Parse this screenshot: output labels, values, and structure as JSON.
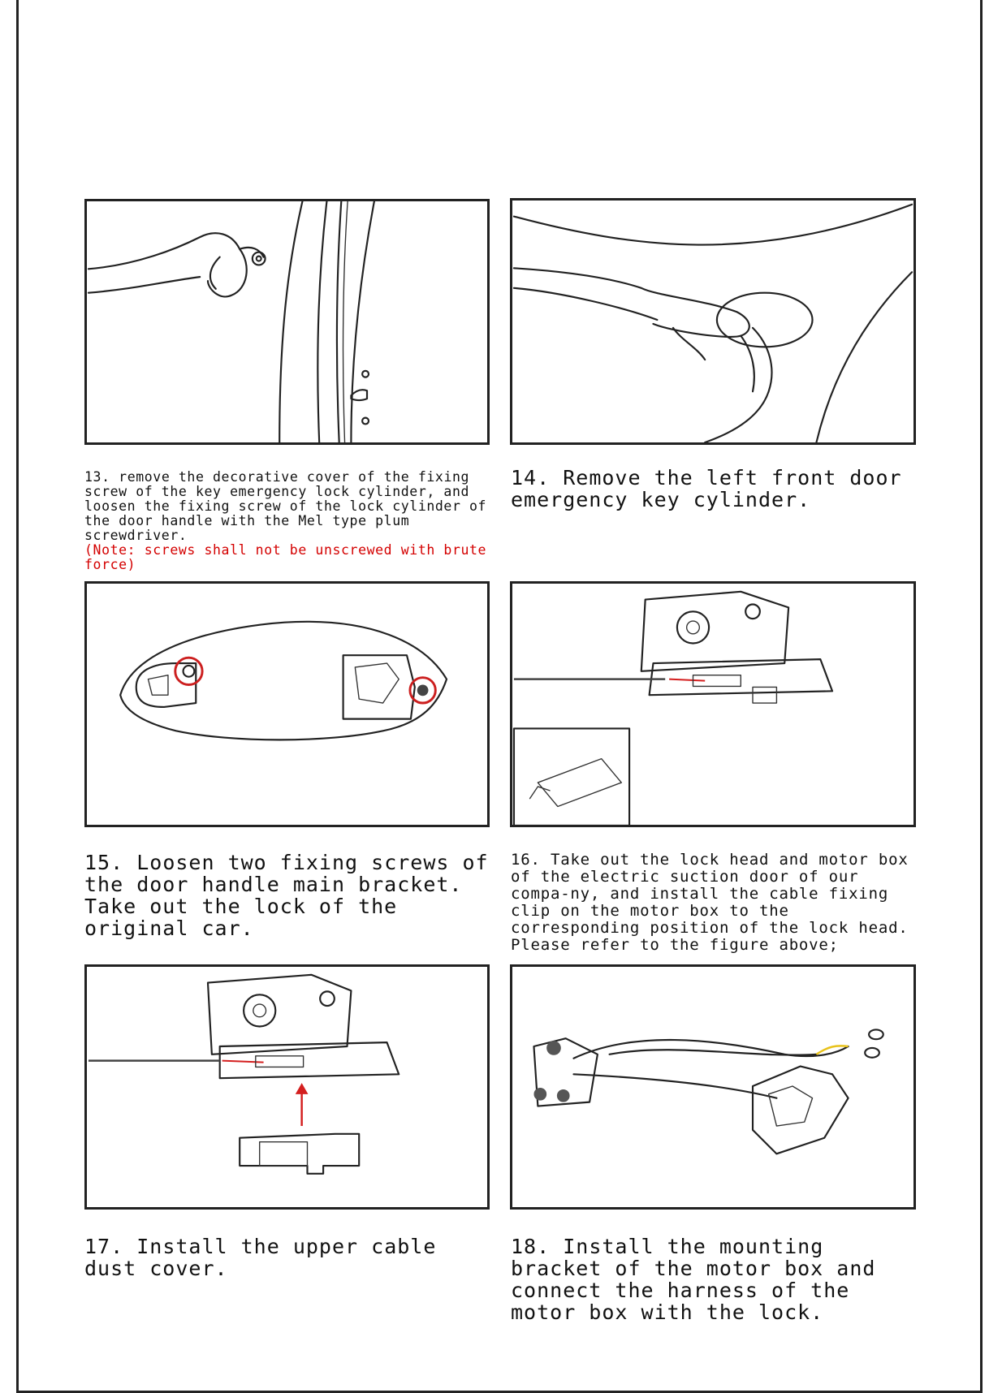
{
  "steps": [
    {
      "number": "13.",
      "text": "remove the decorative cover of the fixing screw of the key emergency lock cylinder, and loosen the fixing screw of the lock cylinder of the door handle with the Mel type plum screwdriver.",
      "note": "(Note: screws shall not be unscrewed with brute force)"
    },
    {
      "number": "14.",
      "text": "Remove the left front door emergency key cylinder."
    },
    {
      "number": "15.",
      "text": "Loosen two fixing screws of the door handle main bracket. Take out the lock of the original car."
    },
    {
      "number": "16.",
      "text": "Take out the lock head and motor box of the electric suction door of our compa-ny, and install the cable fixing clip on the motor box to the corresponding position of the lock head. Please refer to the figure above;"
    },
    {
      "number": "17.",
      "text": "Install the upper cable dust cover."
    },
    {
      "number": "18.",
      "text": "Install the mounting bracket of the motor box and connect the harness of the motor box with the lock."
    }
  ],
  "colors": {
    "note": "#d40000",
    "highlight_circle": "#cc1f1f",
    "arrow": "#d41f1f",
    "wire_yellow": "#e8c21a",
    "line": "#222222"
  }
}
